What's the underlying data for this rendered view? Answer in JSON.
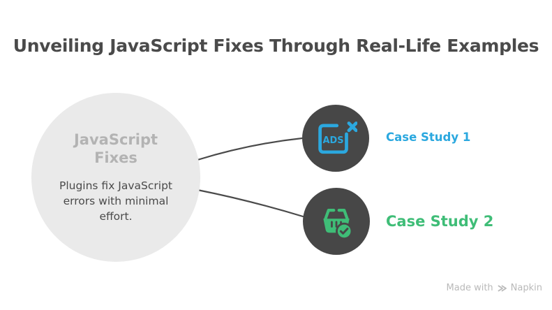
{
  "title": "Unveiling JavaScript Fixes Through Real-Life Examples",
  "colors": {
    "canvas-bg": "#ffffff",
    "text-dark": "#4a4a4a",
    "muted-heading": "#b3b3b3",
    "circle-bg": "#eaeaea",
    "node-bg": "#474747",
    "blue": "#2ba8df",
    "green": "#3fbd77",
    "footer-gray": "#b9b9b9"
  },
  "center_node": {
    "heading": "JavaScript Fixes",
    "description": "Plugins fix JavaScript errors with minimal effort."
  },
  "branches": [
    {
      "label": "Case Study 1",
      "icon": "blocked-ads-icon",
      "icon_text": "ADS",
      "color": "#2ba8df"
    },
    {
      "label": "Case Study 2",
      "icon": "basket-check-icon",
      "color": "#3fbd77"
    }
  ],
  "footer": {
    "text": "Made with",
    "brand": "Napkin"
  }
}
